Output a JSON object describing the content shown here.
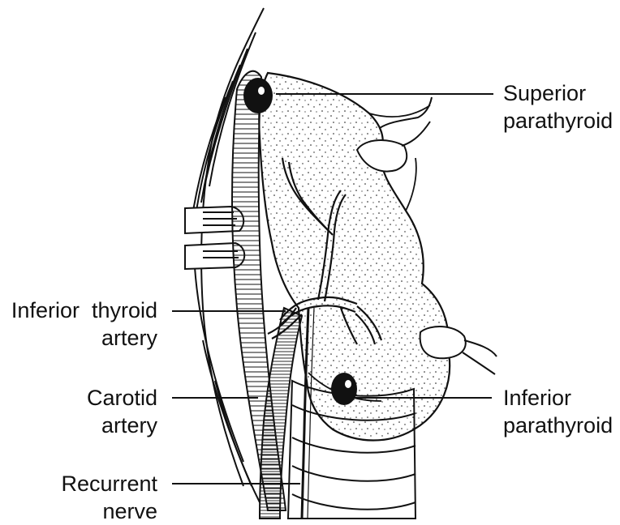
{
  "labels": {
    "superior_parathyroid": [
      "Superior",
      "parathyroid"
    ],
    "inferior_thyroid_artery": [
      "Inferior  thyroid",
      "artery"
    ],
    "carotid_artery": [
      "Carotid",
      "artery"
    ],
    "recurrent_nerve": [
      "Recurrent",
      "nerve"
    ],
    "inferior_parathyroid": [
      "Inferior",
      "parathyroid"
    ]
  },
  "colors": {
    "ink": "#111111",
    "paper": "#ffffff"
  }
}
